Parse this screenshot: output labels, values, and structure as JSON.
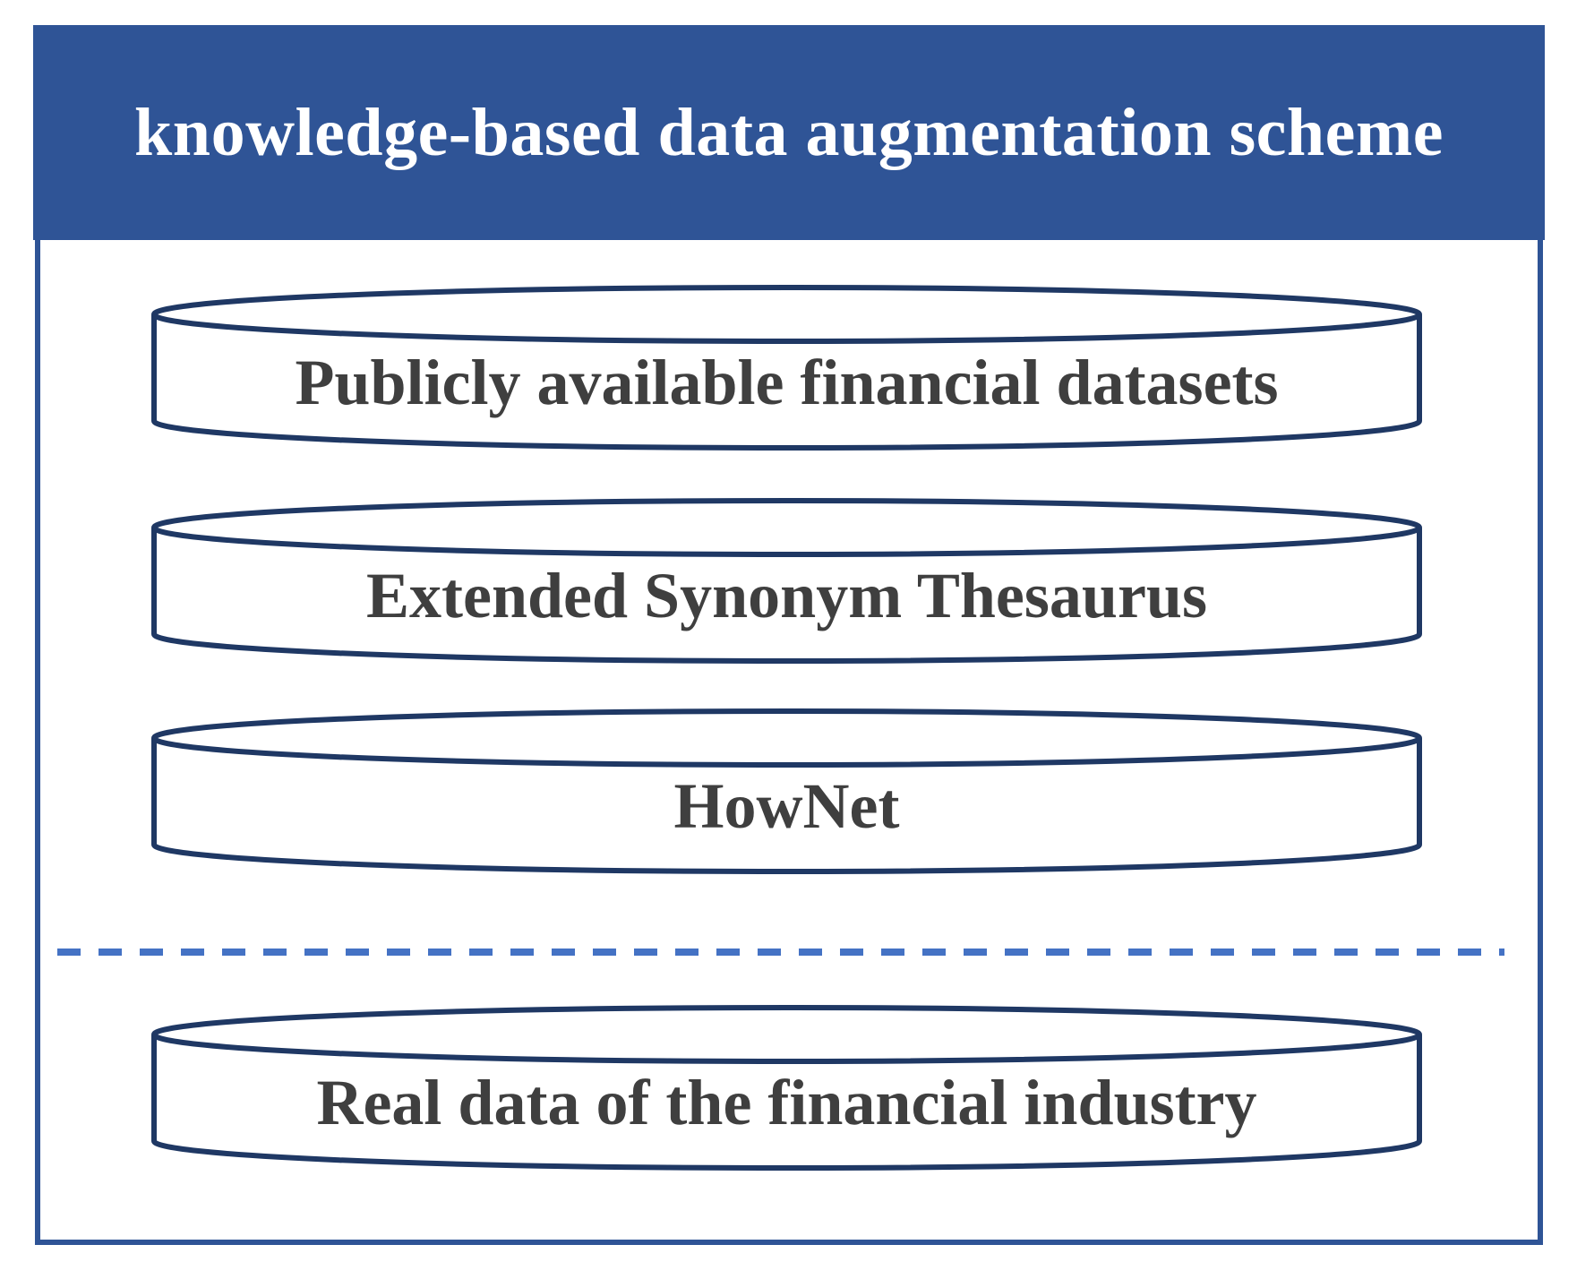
{
  "header": {
    "title": "knowledge-based data augmentation scheme"
  },
  "cylinders": [
    {
      "label": "Publicly available financial datasets",
      "section": "above-divider"
    },
    {
      "label": "Extended Synonym Thesaurus",
      "section": "above-divider"
    },
    {
      "label": "HowNet",
      "section": "above-divider"
    },
    {
      "label": "Real data of the financial industry",
      "section": "below-divider"
    }
  ],
  "colors": {
    "banner_blue": "#2F5496",
    "frame_blue": "#2F5496",
    "cylinder_outline": "#1F3864",
    "cylinder_fill": "#FFFFFF",
    "dashed_divider_blue": "#4472C4",
    "label_gray": "#3F3F3F",
    "header_text": "#FFFFFF"
  }
}
